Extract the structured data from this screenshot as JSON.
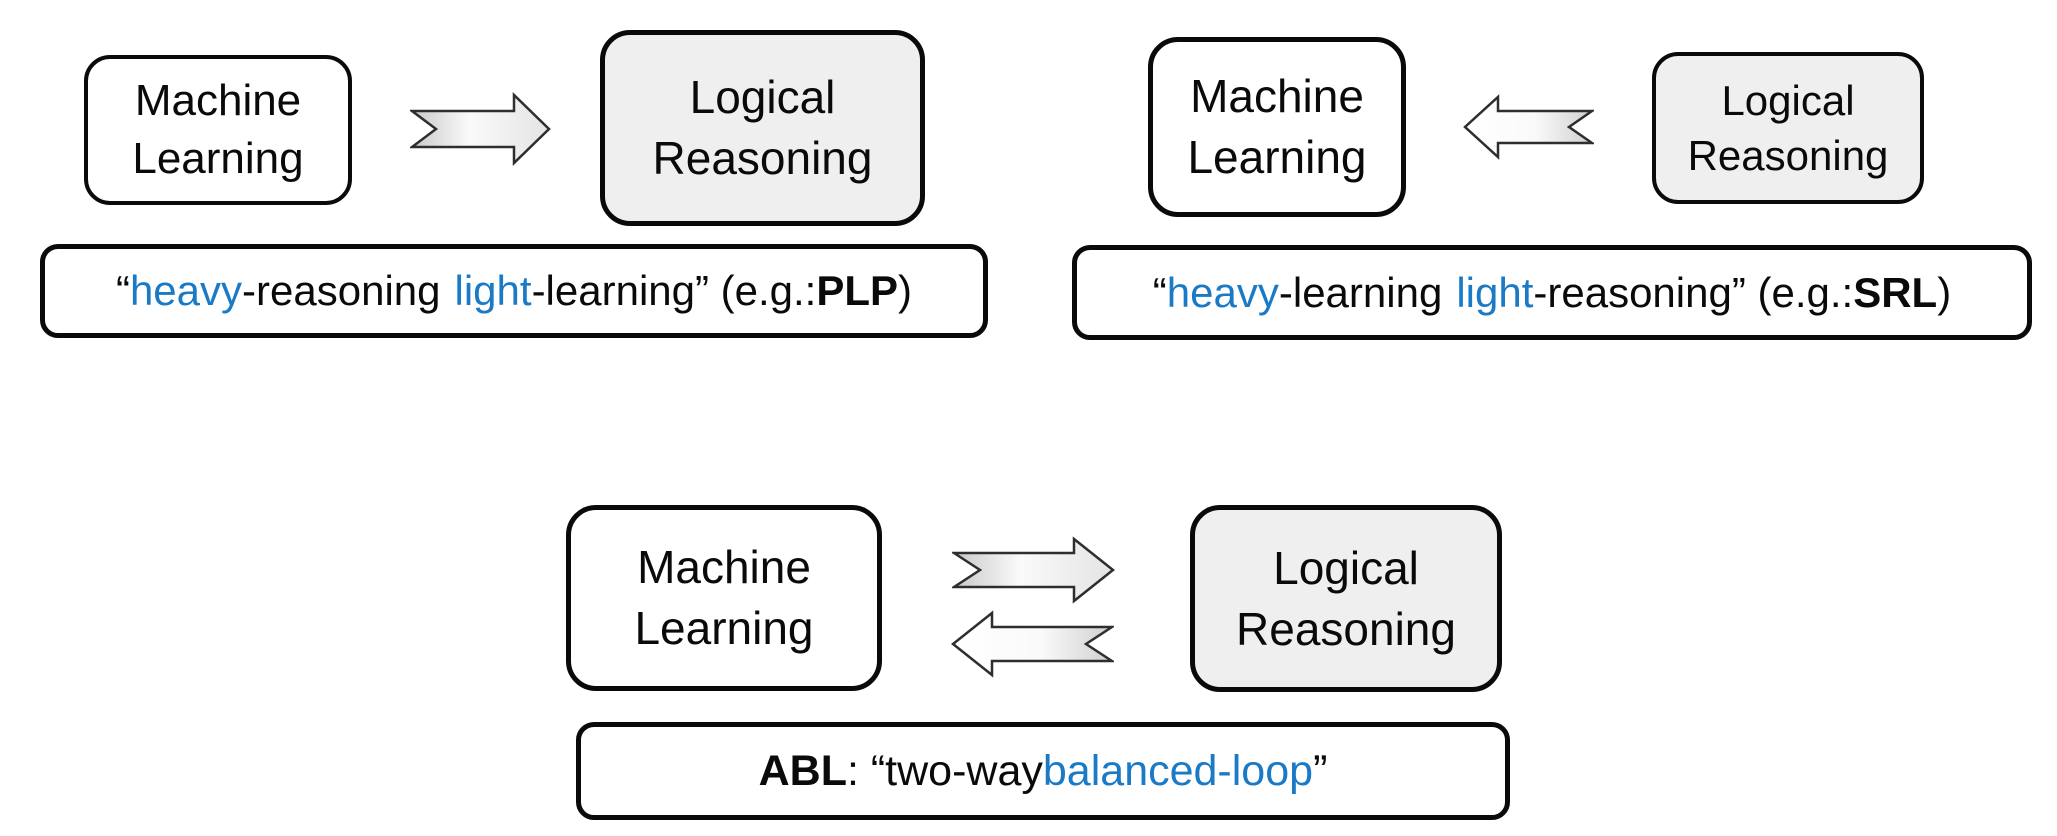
{
  "colors": {
    "highlight_blue": "#1b7ac6",
    "box_border": "#0a0a0a",
    "reasoning_box_fill": "#efefef",
    "learning_box_fill": "#ffffff",
    "arrow_outline": "#2e2e2e",
    "arrow_fill_light": "#fbfbfb",
    "arrow_fill_gray": "#d6d6d6"
  },
  "node_labels": {
    "machine_learning": {
      "line1": "Machine",
      "line2": "Learning"
    },
    "logical_reasoning": {
      "line1": "Logical",
      "line2": "Reasoning"
    }
  },
  "panels": {
    "plp": {
      "caption": {
        "open_quote": "“",
        "heavy_word": "heavy",
        "mid_text": "-reasoning",
        "light_word": "light",
        "tail_text": "-learning” (e.g.: ",
        "acronym": "PLP",
        "close_paren": ")"
      },
      "arrow_direction": "right"
    },
    "srl": {
      "caption": {
        "open_quote": "“",
        "heavy_word": "heavy",
        "mid_text": "-learning",
        "light_word": "light",
        "tail_text": "-reasoning” (e.g.: ",
        "acronym": "SRL",
        "close_paren": ")"
      },
      "arrow_direction": "left"
    },
    "abl": {
      "caption": {
        "acronym": "ABL",
        "mid_text": ": “two-way ",
        "blue_text": "balanced-loop",
        "close_quote": "”"
      },
      "arrow_direction": "both"
    }
  }
}
